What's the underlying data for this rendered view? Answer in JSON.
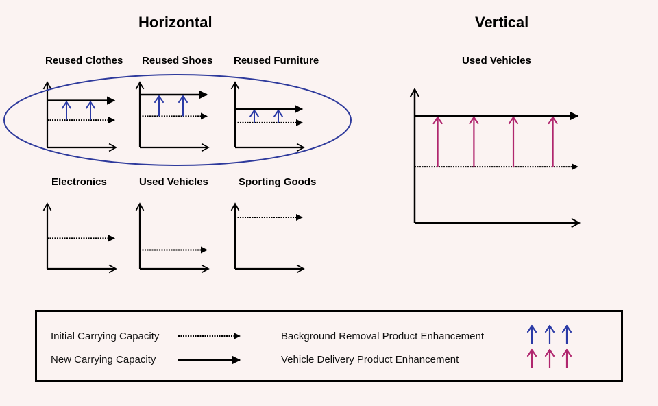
{
  "sections": {
    "horizontal": "Horizontal",
    "vertical": "Vertical"
  },
  "panels": [
    {
      "title": "Reused Clothes",
      "initial_level": 0.42,
      "new_level": 0.72,
      "enhancement": "background_removal",
      "arrows": 2
    },
    {
      "title": "Reused Shoes",
      "initial_level": 0.48,
      "new_level": 0.81,
      "enhancement": "background_removal",
      "arrows": 2
    },
    {
      "title": "Reused Furniture",
      "initial_level": 0.38,
      "new_level": 0.59,
      "enhancement": "background_removal",
      "arrows": 2
    },
    {
      "title": "Electronics",
      "initial_level": 0.47,
      "new_level": null,
      "enhancement": null,
      "arrows": 0
    },
    {
      "title": "Used Vehicles",
      "initial_level": 0.29,
      "new_level": null,
      "enhancement": null,
      "arrows": 0
    },
    {
      "title": "Sporting Goods",
      "initial_level": 0.79,
      "new_level": null,
      "enhancement": null,
      "arrows": 0
    },
    {
      "title": "Used Vehicles",
      "initial_level": 0.42,
      "new_level": 0.8,
      "enhancement": "vehicle_delivery",
      "arrows": 4
    }
  ],
  "highlight_group": [
    "Reused Clothes",
    "Reused Shoes",
    "Reused Furniture"
  ],
  "legend": {
    "initial_capacity": "Initial Carrying Capacity",
    "new_capacity": "New Carrying Capacity",
    "background_removal": "Background Removal Product Enhancement",
    "vehicle_delivery": "Vehicle Delivery Product Enhancement"
  },
  "colors": {
    "background": "#fbf3f2",
    "background_removal_arrow": "#2b3aa6",
    "vehicle_delivery_arrow": "#b0266e",
    "highlight_ellipse": "#2e3a9c",
    "axis": "#000000"
  }
}
